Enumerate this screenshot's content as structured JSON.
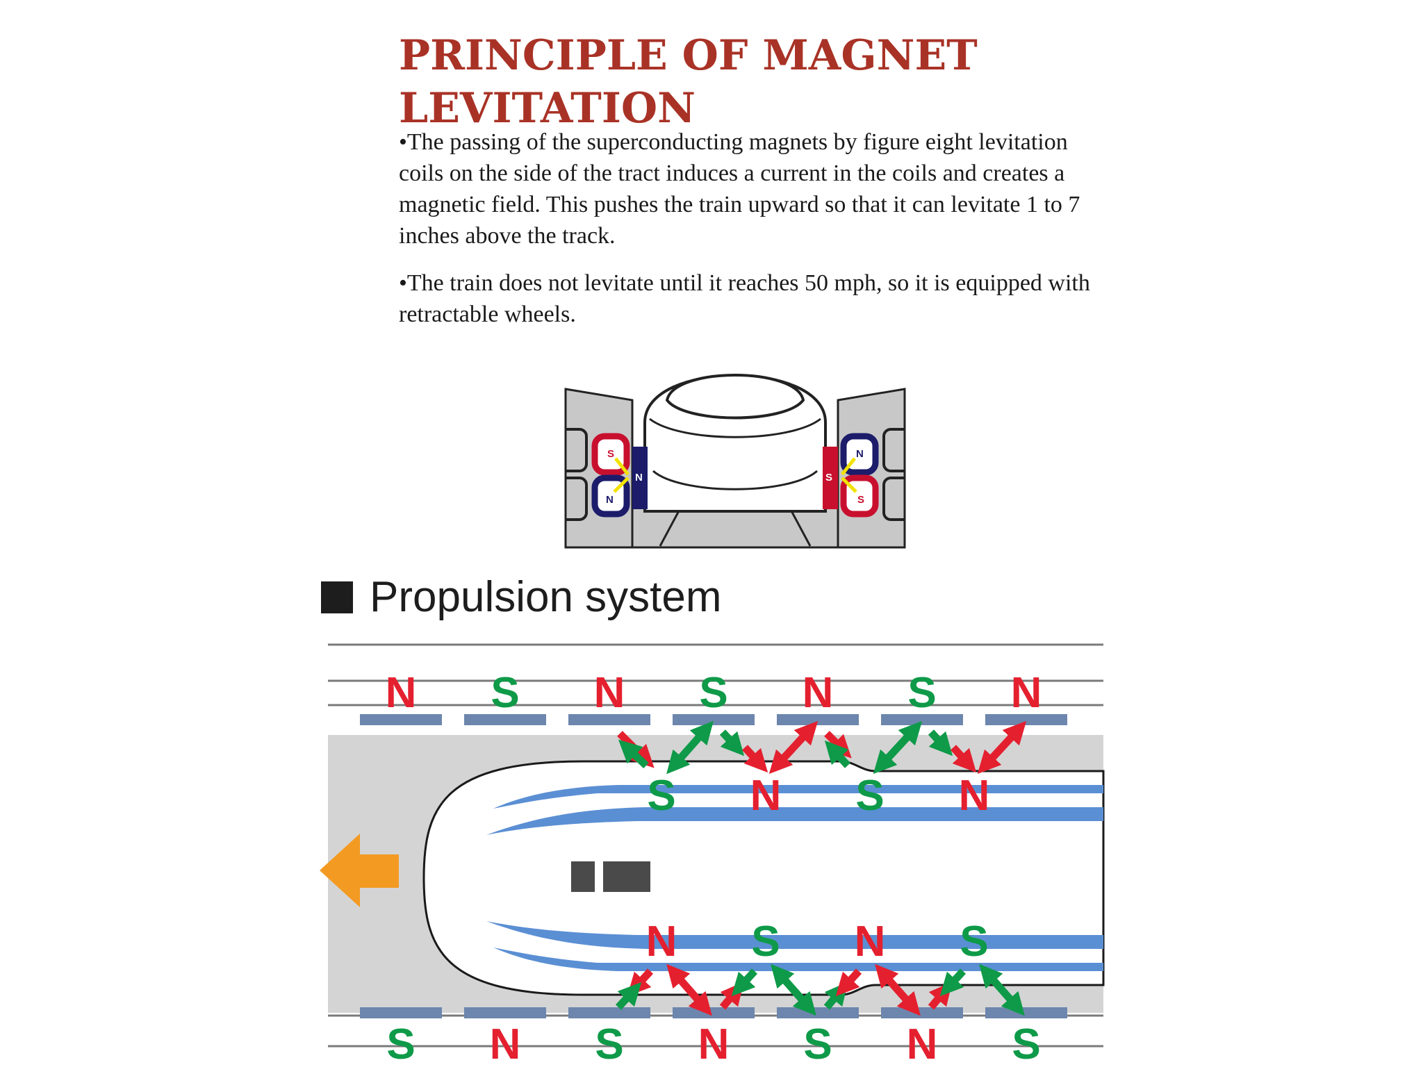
{
  "title": "PRINCIPLE OF MAGNET LEVITATION",
  "bullets": [
    "•The passing of the superconducting magnets by figure eight levitation coils on the side of the tract induces a current in the coils and creates a magnetic field.  This pushes the train upward so that it can levitate 1 to 7 inches above the track.",
    "•The train does not levitate until it reaches 50 mph, so it is equipped with retractable wheels."
  ],
  "train_cross_section": {
    "left_coil_labels": [
      "S",
      "N"
    ],
    "left_magnet_label": "N",
    "right_magnet_label": "S",
    "right_coil_labels": [
      "N",
      "S"
    ]
  },
  "propulsion": {
    "heading": "Propulsion system",
    "guideway_top_poles": [
      "N",
      "S",
      "N",
      "S",
      "N",
      "S",
      "N"
    ],
    "train_top_poles": [
      "S",
      "N",
      "S",
      "N"
    ],
    "train_bottom_poles": [
      "N",
      "S",
      "N",
      "S"
    ],
    "guideway_bottom_poles": [
      "S",
      "N",
      "S",
      "N",
      "S",
      "N",
      "S"
    ]
  },
  "colors": {
    "title": "#a93226",
    "north": "#e4202f",
    "south": "#0e9a48",
    "coil": "#6d86ad",
    "train_stripe": "#5b8fd4",
    "arrow": "#f39a22",
    "track": "#d4d4d4"
  }
}
